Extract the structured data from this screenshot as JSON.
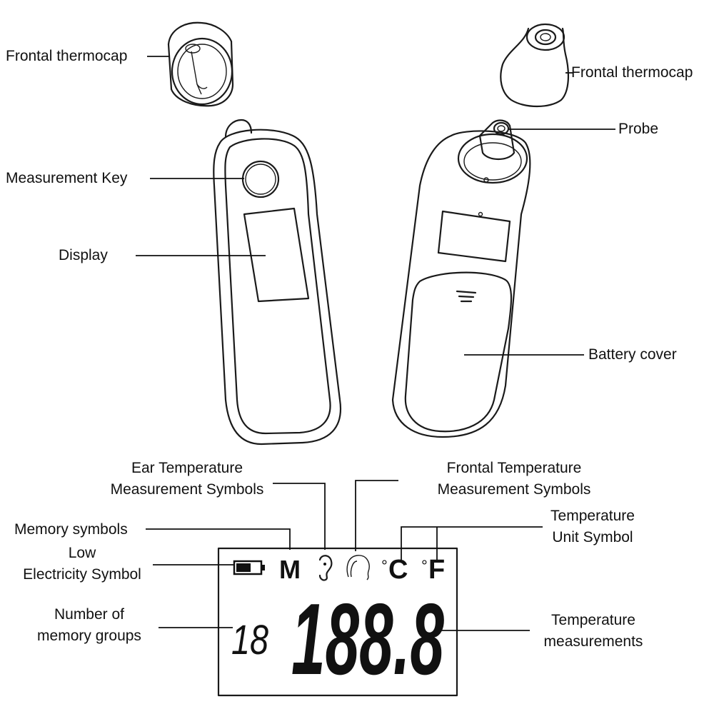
{
  "labels": {
    "frontal_thermocap_left": "Frontal thermocap",
    "frontal_thermocap_right": "Frontal thermocap",
    "probe": "Probe",
    "measurement_key": "Measurement Key",
    "display": "Display",
    "battery_cover": "Battery cover",
    "ear_symbols_line1": "Ear Temperature",
    "ear_symbols_line2": "Measurement Symbols",
    "frontal_symbols_line1": "Frontal Temperature",
    "frontal_symbols_line2": "Measurement Symbols",
    "memory_symbols": "Memory symbols",
    "low_electricity_line1": "Low",
    "low_electricity_line2": "Electricity Symbol",
    "temp_unit_line1": "Temperature",
    "temp_unit_line2": "Unit Symbol",
    "memory_groups_line1": "Number of",
    "memory_groups_line2": "memory groups",
    "temp_measurements_line1": "Temperature",
    "temp_measurements_line2": "measurements"
  },
  "lcd": {
    "memory_letter": "M",
    "celsius": "C",
    "fahrenheit": "F",
    "degree": "°",
    "memory_count": "18",
    "reading": "188.8"
  },
  "colors": {
    "line": "#1a1a1a",
    "background": "#ffffff"
  }
}
